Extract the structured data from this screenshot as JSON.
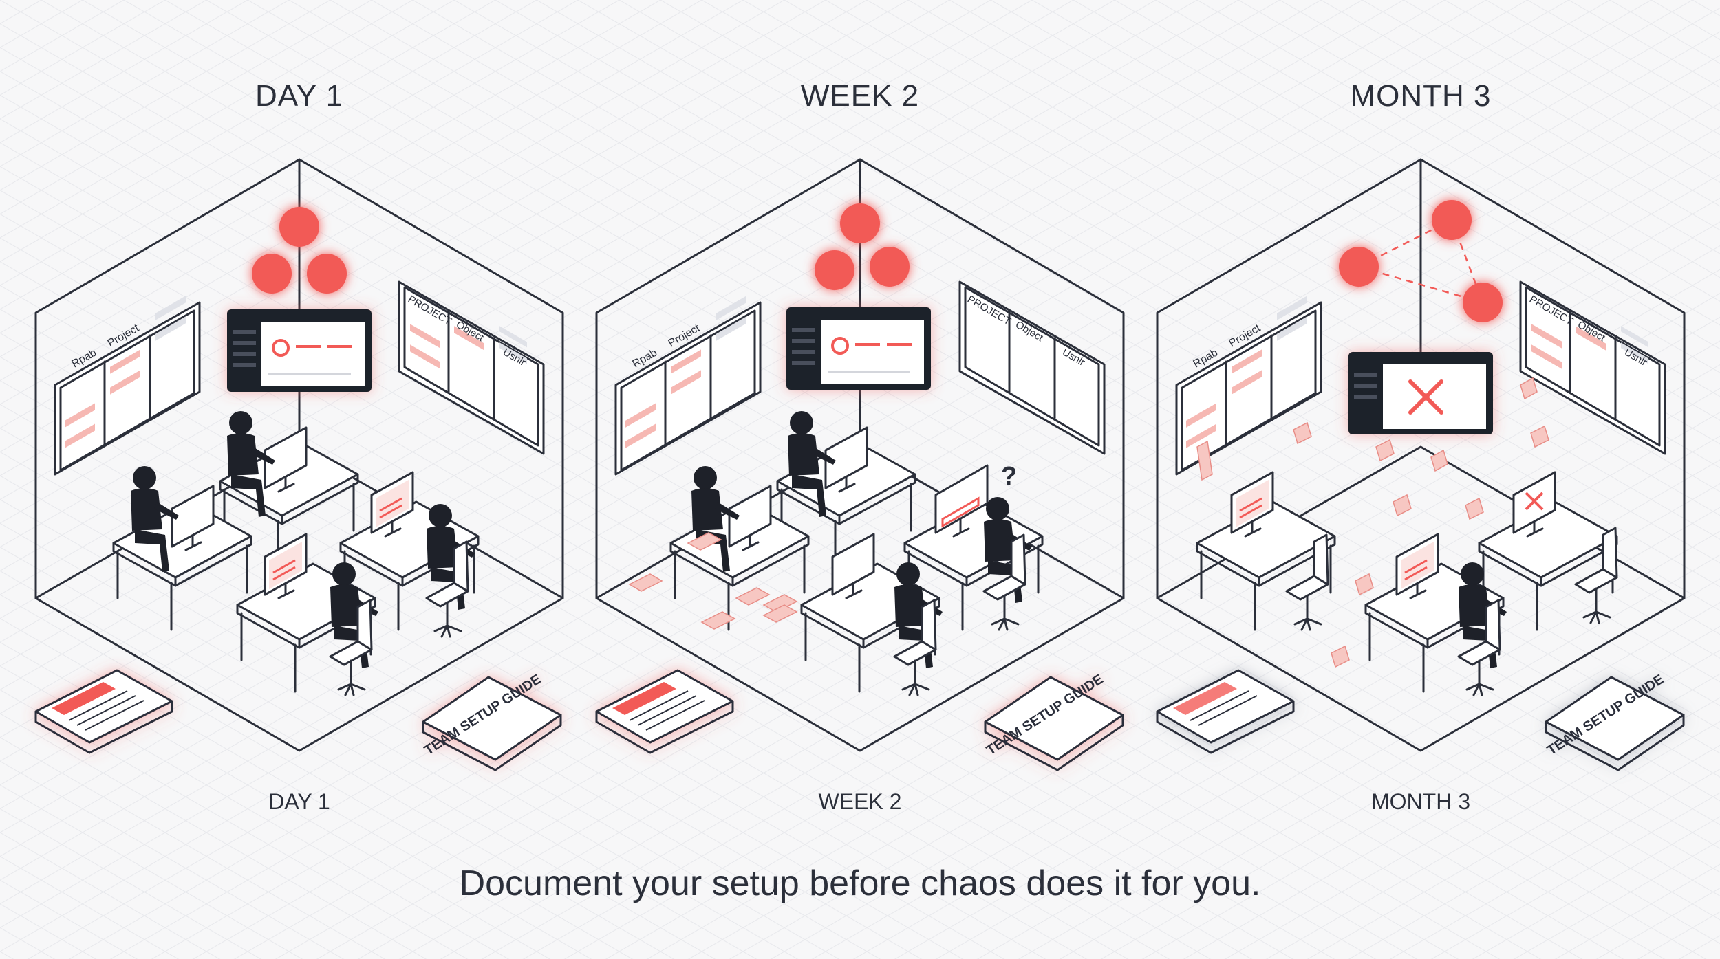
{
  "panels": [
    {
      "title": "DAY 1",
      "caption": "DAY 1",
      "board_labels": [
        "Rpab",
        "Project"
      ],
      "board_right_labels": [
        "PROJECT",
        "Object",
        "Usnlr"
      ],
      "book_text": "TEAM SETUP GUIDE"
    },
    {
      "title": "WEEK 2",
      "caption": "WEEK 2",
      "board_labels": [
        "Rpab",
        "Project"
      ],
      "board_right_labels": [
        "PROJECT",
        "Object",
        "Usnlr"
      ],
      "book_text": "TEAM SETUP GUIDE",
      "question_mark": "?"
    },
    {
      "title": "MONTH 3",
      "caption": "MONTH 3",
      "board_labels": [
        "Rpab",
        "Project"
      ],
      "board_right_labels": [
        "PROJECT",
        "Object",
        "Usnlr"
      ],
      "book_text": "TEAM SETUP GUIDE"
    }
  ],
  "tagline": "Document your setup before chaos does it for you.",
  "colors": {
    "accent": "#f25a57",
    "ink": "#2b2f3a",
    "background": "#f7f7f8",
    "paper": "#f7c7c2"
  }
}
